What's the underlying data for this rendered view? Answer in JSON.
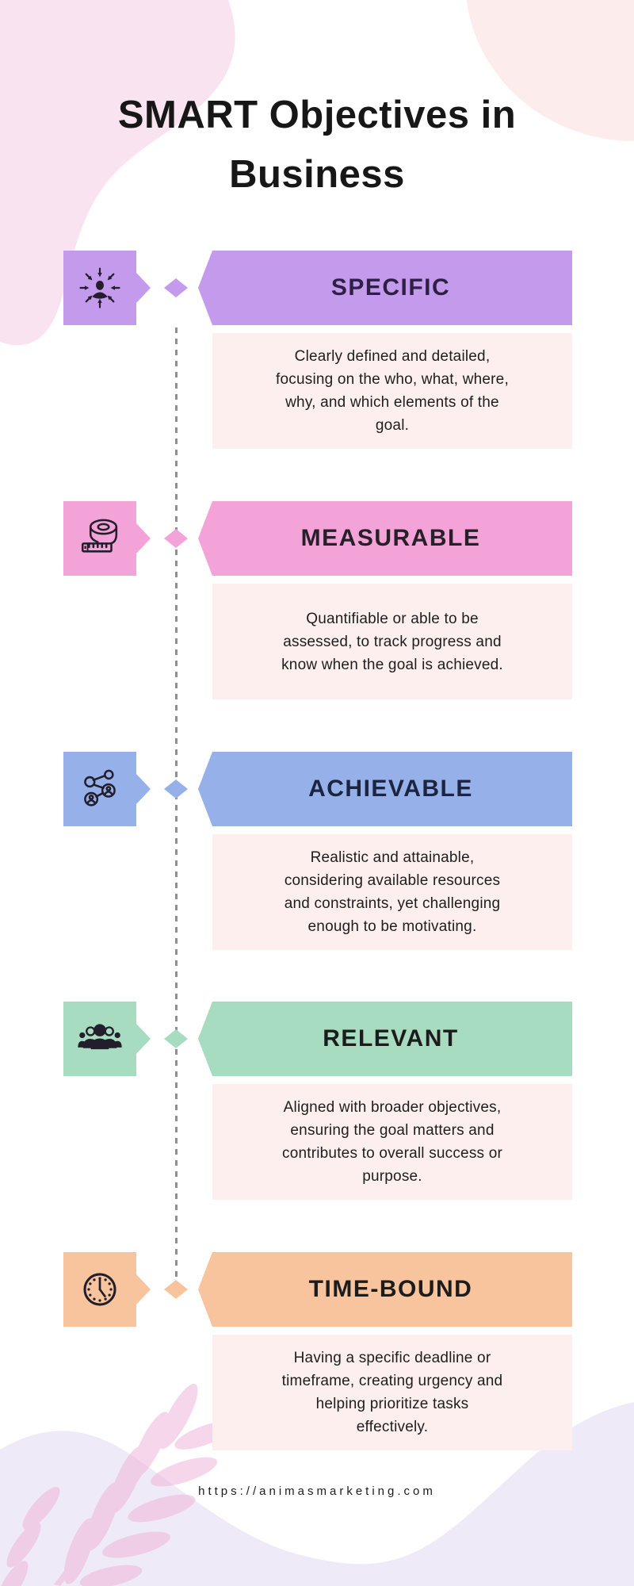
{
  "title": {
    "text": "SMART Objectives in\nBusiness"
  },
  "palette": {
    "background": "#ffffff",
    "ink": "#221e2b",
    "title_color": "#171717",
    "blob_top_left": "#fae3f1",
    "blob_top_right": "#fdecec",
    "blob_bottom": "#eeeaf7",
    "leaf_pink": "#f0b6da",
    "leaf_pink_light": "#f7d3e8",
    "description_bg": "#fcefee",
    "description_text": "#1e1e1e",
    "connector_gray": "#8f8f8f",
    "footer_color": "#1c1c1c"
  },
  "sections": [
    {
      "label": "SPECIFIC",
      "description": "Clearly defined and detailed,\nfocusing on the who, what, where,\nwhy, and which elements of the\ngoal.",
      "color": "#c49aec",
      "header_text_color": "#2d2044",
      "icon": "target-person-icon"
    },
    {
      "label": "MEASURABLE",
      "description": "Quantifiable or able to be\nassessed, to track progress and\nknow when the goal is achieved.",
      "color": "#f3a3d7",
      "header_text_color": "#262028",
      "icon": "measuring-tape-icon"
    },
    {
      "label": "ACHIEVABLE",
      "description": "Realistic and attainable,\nconsidering available resources\nand constraints, yet challenging\nenough to be motivating.",
      "color": "#96b1e9",
      "header_text_color": "#1b2440",
      "icon": "share-network-icon"
    },
    {
      "label": "RELEVANT",
      "description": "Aligned with broader objectives,\nensuring the goal matters and\ncontributes to overall success or\npurpose.",
      "color": "#a8dcc1",
      "header_text_color": "#1c1c1c",
      "icon": "team-icon"
    },
    {
      "label": "TIME-BOUND",
      "description": "Having a specific deadline or\ntimeframe, creating urgency and\nhelping prioritize tasks\neffectively.",
      "color": "#f8c49d",
      "header_text_color": "#1c1c1c",
      "icon": "clock-icon"
    }
  ],
  "footer": {
    "url": "https://animasmarketing.com"
  }
}
